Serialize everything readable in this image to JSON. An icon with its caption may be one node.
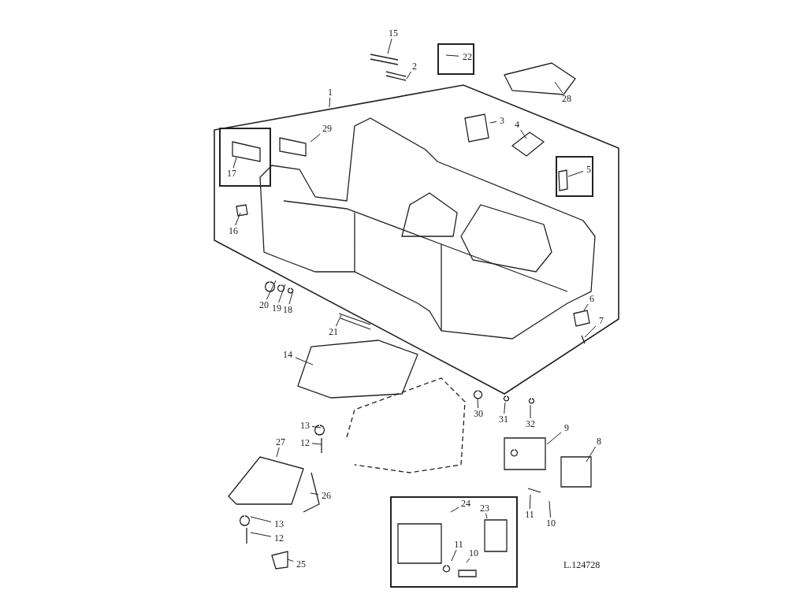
{
  "diagram": {
    "nodes": [
      {
        "text": [
          "15"
        ]
      },
      {
        "text": [
          "2"
        ]
      },
      {
        "text": [],
        "shape": "box"
      },
      {
        "text": [
          "22"
        ],
        "in": 2
      },
      {
        "text": [
          "28"
        ]
      },
      {
        "text": [
          "1"
        ]
      },
      {
        "text": [],
        "shape": "box"
      },
      {
        "text": [],
        "shape": "box",
        "in": 6
      },
      {
        "text": [
          "17"
        ],
        "in": 7
      },
      {
        "text": [
          "29"
        ],
        "in": 6
      },
      {
        "text": [
          "3"
        ],
        "in": 6
      },
      {
        "text": [
          "4"
        ],
        "in": 6
      },
      {
        "text": [],
        "shape": "box",
        "in": 6
      },
      {
        "text": [
          "5"
        ],
        "in": 12
      },
      {
        "text": [
          "16"
        ],
        "in": 6
      },
      {
        "text": [
          "20"
        ],
        "in": 6
      },
      {
        "text": [
          "19"
        ],
        "in": 6
      },
      {
        "text": [
          "18"
        ],
        "in": 6
      },
      {
        "text": [
          "21"
        ],
        "in": 6
      },
      {
        "text": [
          "6"
        ],
        "in": 6
      },
      {
        "text": [
          "7"
        ],
        "in": 6
      },
      {
        "text": [
          "14"
        ]
      },
      {
        "text": [
          "30"
        ]
      },
      {
        "text": [
          "31"
        ]
      },
      {
        "text": [
          "32"
        ]
      },
      {
        "text": [
          "9"
        ]
      },
      {
        "text": [
          "13"
        ]
      },
      {
        "text": [
          "12"
        ]
      },
      {
        "text": [
          "27"
        ]
      },
      {
        "text": [
          "8"
        ]
      },
      {
        "text": [
          "26"
        ]
      },
      {
        "text": [
          "11"
        ]
      },
      {
        "text": [
          "10"
        ]
      },
      {
        "text": [
          "13"
        ]
      },
      {
        "text": [
          "12"
        ]
      },
      {
        "text": [],
        "shape": "box"
      },
      {
        "text": [
          "24"
        ],
        "in": 35
      },
      {
        "text": [
          "23"
        ],
        "in": 35
      },
      {
        "text": [
          "11"
        ],
        "in": 35
      },
      {
        "text": [
          "10"
        ],
        "in": 35
      },
      {
        "text": [
          "25"
        ]
      }
    ],
    "edges": [
      {
        "from": 0,
        "to": null,
        "arrow": "none"
      },
      {
        "from": 1,
        "to": null,
        "arrow": "none"
      },
      {
        "from": 3,
        "to": null,
        "arrow": "none"
      },
      {
        "from": 4,
        "to": null,
        "arrow": "none"
      },
      {
        "from": 5,
        "to": 6,
        "arrow": "none"
      },
      {
        "from": 8,
        "to": null,
        "arrow": "none"
      },
      {
        "from": 9,
        "to": null,
        "arrow": "none"
      },
      {
        "from": 10,
        "to": null,
        "arrow": "none"
      },
      {
        "from": 11,
        "to": null,
        "arrow": "none"
      },
      {
        "from": 13,
        "to": null,
        "arrow": "none"
      },
      {
        "from": 14,
        "to": null,
        "arrow": "none"
      },
      {
        "from": 15,
        "to": null,
        "arrow": "none"
      },
      {
        "from": 16,
        "to": null,
        "arrow": "none"
      },
      {
        "from": 17,
        "to": null,
        "arrow": "none"
      },
      {
        "from": 18,
        "to": null,
        "arrow": "none"
      },
      {
        "from": 19,
        "to": null,
        "arrow": "none"
      },
      {
        "from": 20,
        "to": null,
        "arrow": "none"
      },
      {
        "from": 21,
        "to": null,
        "arrow": "none"
      },
      {
        "from": 22,
        "to": null,
        "arrow": "none"
      },
      {
        "from": 23,
        "to": null,
        "arrow": "none"
      },
      {
        "from": 24,
        "to": null,
        "arrow": "none"
      },
      {
        "from": 25,
        "to": null,
        "arrow": "none"
      },
      {
        "from": 26,
        "to": null,
        "arrow": "none"
      },
      {
        "from": 27,
        "to": null,
        "arrow": "none"
      },
      {
        "from": 28,
        "to": null,
        "arrow": "none"
      },
      {
        "from": 29,
        "to": null,
        "arrow": "none"
      },
      {
        "from": 30,
        "to": null,
        "arrow": "none"
      },
      {
        "from": 31,
        "to": null,
        "arrow": "none"
      },
      {
        "from": 32,
        "to": null,
        "arrow": "none"
      },
      {
        "from": 33,
        "to": null,
        "arrow": "none"
      },
      {
        "from": 34,
        "to": null,
        "arrow": "none"
      },
      {
        "from": 36,
        "to": null,
        "arrow": "none"
      },
      {
        "from": 37,
        "to": null,
        "arrow": "none"
      },
      {
        "from": 38,
        "to": null,
        "arrow": "none"
      },
      {
        "from": 39,
        "to": null,
        "arrow": "none"
      },
      {
        "from": 40,
        "to": null,
        "arrow": "none"
      }
    ],
    "labels": [
      "L.124728"
    ]
  }
}
